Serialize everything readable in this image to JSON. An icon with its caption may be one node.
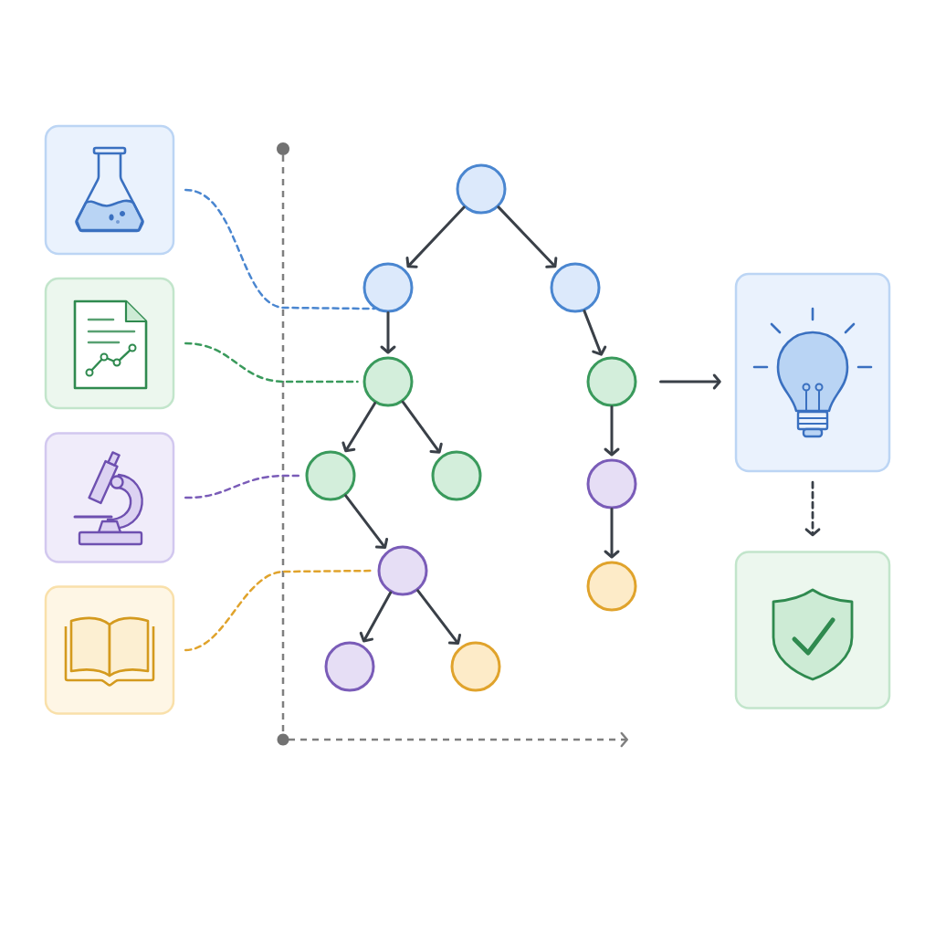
{
  "diagram": {
    "nodes": [
      {
        "text": [],
        "shape": "picture"
      },
      {
        "text": [],
        "shape": "picture"
      },
      {
        "text": [],
        "shape": "picture"
      },
      {
        "text": [],
        "shape": "picture"
      },
      {
        "text": [],
        "shape": "circle"
      },
      {
        "text": [],
        "shape": "circle"
      },
      {
        "text": [],
        "shape": "circle"
      },
      {
        "text": [],
        "shape": "circle"
      },
      {
        "text": [],
        "shape": "circle"
      },
      {
        "text": [],
        "shape": "circle"
      },
      {
        "text": [],
        "shape": "circle"
      },
      {
        "text": [],
        "shape": "circle"
      },
      {
        "text": [],
        "shape": "circle"
      },
      {
        "text": [],
        "shape": "circle"
      },
      {
        "text": [],
        "shape": "circle"
      },
      {
        "text": [],
        "shape": "circle"
      },
      {
        "text": [],
        "shape": "picture"
      },
      {
        "text": [],
        "shape": "picture"
      }
    ],
    "edges": [
      {
        "from": 4,
        "to": 5,
        "arrow": "to"
      },
      {
        "from": 4,
        "to": 6,
        "arrow": "to"
      },
      {
        "from": 5,
        "to": 7,
        "arrow": "to"
      },
      {
        "from": 6,
        "to": 8,
        "arrow": "to"
      },
      {
        "from": 7,
        "to": 9,
        "arrow": "to"
      },
      {
        "from": 7,
        "to": 10,
        "arrow": "to"
      },
      {
        "from": 8,
        "to": 11,
        "arrow": "to"
      },
      {
        "from": 9,
        "to": 12,
        "arrow": "to"
      },
      {
        "from": 11,
        "to": 13,
        "arrow": "to"
      },
      {
        "from": 12,
        "to": 14,
        "arrow": "to"
      },
      {
        "from": 12,
        "to": 15,
        "arrow": "to"
      },
      {
        "from": 8,
        "to": 16,
        "arrow": "to"
      },
      {
        "from": 16,
        "to": 17,
        "arrow": "to",
        "style": "dashed"
      },
      {
        "from": 0,
        "to": 5,
        "arrow": "none",
        "style": "dashed",
        "color": "#4a86d0"
      },
      {
        "from": 1,
        "to": 7,
        "arrow": "none",
        "style": "dashed",
        "color": "#3a9a5c"
      },
      {
        "from": 2,
        "to": 9,
        "arrow": "none",
        "style": "dashed",
        "color": "#7a5cb8"
      },
      {
        "from": 3,
        "to": 12,
        "arrow": "none",
        "style": "dashed",
        "color": "#e0a32c"
      }
    ]
  }
}
